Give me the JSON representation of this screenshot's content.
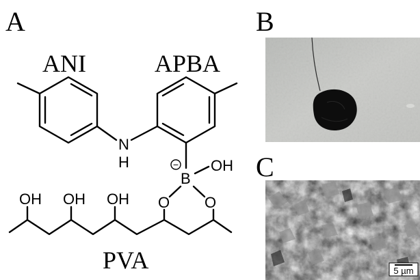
{
  "panels": {
    "a": {
      "letter": "A"
    },
    "b": {
      "letter": "B"
    },
    "c": {
      "letter": "C"
    }
  },
  "structure": {
    "ani_label": "ANI",
    "apba_label": "APBA",
    "pva_label": "PVA",
    "atoms": {
      "nitrogen": "N",
      "amine_hydrogen": "H",
      "boron": "B",
      "boron_hydroxyl": "OH",
      "boron_charge": "−",
      "ester_oxygen_left": "O",
      "ester_oxygen_right": "O",
      "pva_hydroxyl_1": "OH",
      "pva_hydroxyl_2": "OH",
      "pva_hydroxyl_3": "OH"
    }
  },
  "micrograph": {
    "scale_bar_label": "5 µm"
  },
  "colors": {
    "photo_background": "#c6c7c4",
    "sample_dark": "#0d0d0d",
    "sem_base": "#3c3c3c"
  }
}
